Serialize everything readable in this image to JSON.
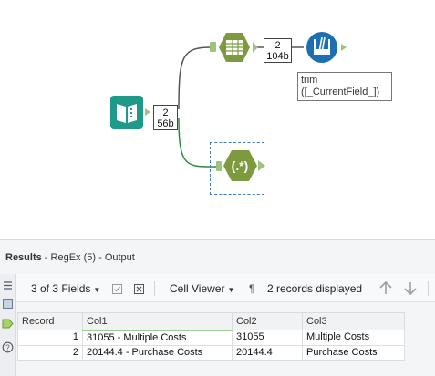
{
  "canvas": {
    "counts": [
      {
        "records": "2",
        "bytes": "56b"
      },
      {
        "records": "2",
        "bytes": "104b"
      }
    ],
    "annotation": {
      "line1": "trim",
      "line2": "([_CurrentField_])"
    }
  },
  "results": {
    "title_bold": "Results",
    "title_rest": " - RegEx (5) - Output",
    "toolbar": {
      "fields": "3 of 3 Fields",
      "cell_viewer": "Cell Viewer",
      "pilcrow": "¶",
      "records_displayed": "2 records displayed"
    },
    "table": {
      "headers": [
        "Record",
        "Col1",
        "Col2",
        "Col3"
      ],
      "rows": [
        [
          "1",
          "31055 - Multiple Costs",
          "31055",
          "Multiple Costs"
        ],
        [
          "2",
          "20144.4 - Purchase Costs",
          "20144.4",
          "Purchase Costs"
        ]
      ]
    }
  },
  "colors": {
    "tool_green": "#7d9a3e",
    "tool_teal": "#1f9a8a",
    "tool_blue": "#1c6fb3",
    "connector_gray": "#555555",
    "connector_green": "#2e8b3d"
  }
}
